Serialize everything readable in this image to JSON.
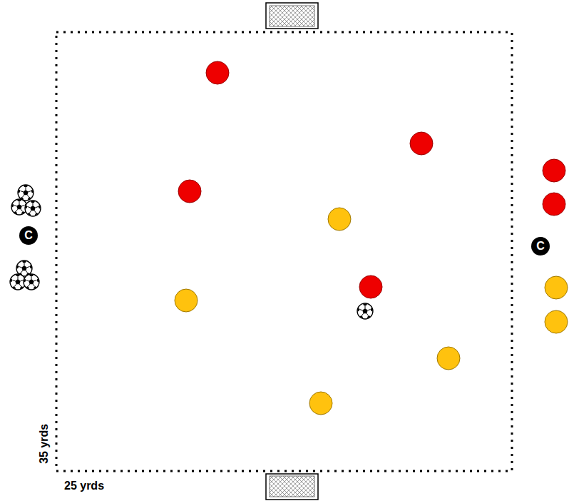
{
  "diagram": {
    "nodes": [
      {
        "text": [
          "C"
        ]
      },
      {
        "text": [
          "C"
        ]
      }
    ],
    "labels": [
      "35 yrds",
      "25 yrds"
    ]
  }
}
